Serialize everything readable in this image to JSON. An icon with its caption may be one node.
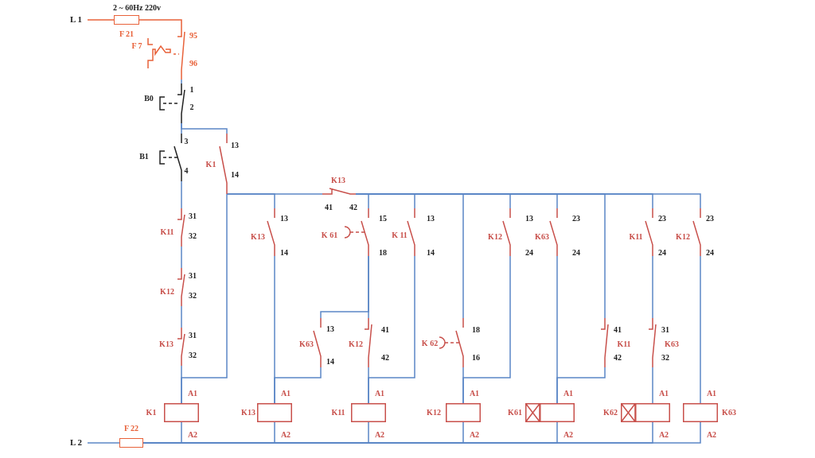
{
  "diagram": {
    "nodes": [
      {
        "text": [
          "L 1"
        ]
      },
      {
        "text": [],
        "shape": "box",
        "beside": [
          "2 ~ 60Hz 220v",
          "F 21"
        ]
      },
      {
        "text": [],
        "shape": "switch",
        "beside": [
          "95",
          "F 7",
          "96"
        ]
      },
      {
        "text": [],
        "shape": "switch",
        "beside": [
          "1",
          "B0",
          "2"
        ]
      },
      {
        "text": [],
        "shape": "switch",
        "beside": [
          "3",
          "B1",
          "4"
        ]
      },
      {
        "text": [],
        "shape": "switch",
        "beside": [
          "13",
          "K1",
          "14"
        ]
      },
      {
        "text": [],
        "shape": "switch",
        "beside": [
          "31",
          "K11",
          "32"
        ]
      },
      {
        "text": [],
        "shape": "switch",
        "beside": [
          "31",
          "K12",
          "32"
        ]
      },
      {
        "text": [],
        "shape": "switch",
        "beside": [
          "31",
          "K13",
          "32"
        ]
      },
      {
        "text": [],
        "shape": "switch",
        "beside": [
          "K13",
          "41"
        ]
      },
      {
        "text": [],
        "shape": "switch",
        "beside": [
          "13",
          "K13",
          "14"
        ]
      },
      {
        "text": [],
        "shape": "switch",
        "beside": [
          "15",
          "K 61",
          "18"
        ]
      },
      {
        "text": [],
        "shape": "switch",
        "beside": [
          "13",
          "K 11",
          "14"
        ]
      },
      {
        "text": [],
        "shape": "switch",
        "beside": [
          "13",
          "K12",
          "24"
        ]
      },
      {
        "text": [],
        "shape": "switch",
        "beside": [
          "23",
          "K63",
          "24"
        ]
      },
      {
        "text": [],
        "shape": "switch",
        "beside": [
          "23",
          "K11",
          "24"
        ]
      },
      {
        "text": [],
        "shape": "switch",
        "beside": [
          "23",
          "K12",
          "24"
        ]
      },
      {
        "text": [],
        "shape": "switch",
        "beside": [
          "13",
          "K63",
          "14"
        ]
      },
      {
        "text": [],
        "shape": "switch",
        "beside": [
          "41",
          "K12",
          "42"
        ]
      },
      {
        "text": [],
        "shape": "switch",
        "beside": [
          "18",
          "K 62",
          "16"
        ]
      },
      {
        "text": [],
        "shape": "switch",
        "beside": [
          "41",
          "K11",
          "42"
        ]
      },
      {
        "text": [],
        "shape": "switch",
        "beside": [
          "31",
          "K63",
          "32"
        ]
      },
      {
        "text": [
          "L 2"
        ]
      },
      {
        "text": [],
        "shape": "box",
        "beside": [
          "F 22"
        ]
      },
      {
        "text": [],
        "shape": "box",
        "beside": [
          "A1",
          "K1",
          "A2"
        ]
      },
      {
        "text": [],
        "shape": "box",
        "beside": [
          "A1",
          "K13",
          "A2"
        ]
      },
      {
        "text": [],
        "shape": "box",
        "beside": [
          "A1",
          "K11",
          "A2"
        ]
      },
      {
        "text": [],
        "shape": "box",
        "beside": [
          "A1",
          "K12",
          "A2"
        ]
      },
      {
        "text": [],
        "shape": "box",
        "beside": [
          "A1",
          "K61",
          "A2"
        ]
      },
      {
        "text": [],
        "shape": "box",
        "beside": [
          "A1",
          "K62",
          "A2"
        ]
      },
      {
        "text": [],
        "shape": "box",
        "beside": [
          "A1",
          "K63",
          "A2"
        ]
      }
    ],
    "edges": [
      {
        "from": 0,
        "to": 1,
        "arrow": "none",
        "color": "#e8623a"
      },
      {
        "from": 1,
        "to": 2,
        "arrow": "none",
        "color": "#e8623a"
      },
      {
        "from": 2,
        "to": 3,
        "arrow": "none"
      },
      {
        "from": 3,
        "to": 4,
        "arrow": "none"
      },
      {
        "from": 3,
        "to": 5,
        "arrow": "none"
      },
      {
        "from": 4,
        "to": 6,
        "arrow": "none"
      },
      {
        "from": 6,
        "to": 7,
        "arrow": "none"
      },
      {
        "from": 7,
        "to": 8,
        "arrow": "none"
      },
      {
        "from": 8,
        "to": 24,
        "arrow": "none"
      },
      {
        "from": 5,
        "to": 24,
        "arrow": "none"
      },
      {
        "from": 5,
        "to": 9,
        "arrow": "none"
      },
      {
        "from": 5,
        "to": 10,
        "arrow": "none"
      },
      {
        "from": 9,
        "to": 11,
        "arrow": "none"
      },
      {
        "from": 9,
        "to": 12,
        "arrow": "none"
      },
      {
        "from": 9,
        "to": 19,
        "arrow": "none"
      },
      {
        "from": 9,
        "to": 13,
        "arrow": "none"
      },
      {
        "from": 9,
        "to": 14,
        "arrow": "none"
      },
      {
        "from": 9,
        "to": 20,
        "arrow": "none"
      },
      {
        "from": 9,
        "to": 15,
        "arrow": "none"
      },
      {
        "from": 9,
        "to": 16,
        "arrow": "none"
      },
      {
        "from": 10,
        "to": 25,
        "arrow": "none"
      },
      {
        "from": 17,
        "to": 25,
        "arrow": "none"
      },
      {
        "from": 11,
        "to": 17,
        "arrow": "none"
      },
      {
        "from": 11,
        "to": 18,
        "arrow": "none"
      },
      {
        "from": 18,
        "to": 26,
        "arrow": "none"
      },
      {
        "from": 12,
        "to": 26,
        "arrow": "none"
      },
      {
        "from": 19,
        "to": 27,
        "arrow": "none"
      },
      {
        "from": 13,
        "to": 27,
        "arrow": "none"
      },
      {
        "from": 14,
        "to": 28,
        "arrow": "none"
      },
      {
        "from": 20,
        "to": 28,
        "arrow": "none"
      },
      {
        "from": 15,
        "to": 21,
        "arrow": "none"
      },
      {
        "from": 21,
        "to": 29,
        "arrow": "none"
      },
      {
        "from": 16,
        "to": 30,
        "arrow": "none"
      },
      {
        "from": 22,
        "to": 23,
        "arrow": "none"
      },
      {
        "from": 23,
        "to": 24,
        "arrow": "none"
      },
      {
        "from": 23,
        "to": 25,
        "arrow": "none"
      },
      {
        "from": 23,
        "to": 26,
        "arrow": "none"
      },
      {
        "from": 23,
        "to": 27,
        "arrow": "none"
      },
      {
        "from": 23,
        "to": 28,
        "arrow": "none"
      },
      {
        "from": 23,
        "to": 29,
        "arrow": "none"
      },
      {
        "from": 23,
        "to": 30,
        "arrow": "none"
      }
    ],
    "labels": [
      "42"
    ]
  }
}
